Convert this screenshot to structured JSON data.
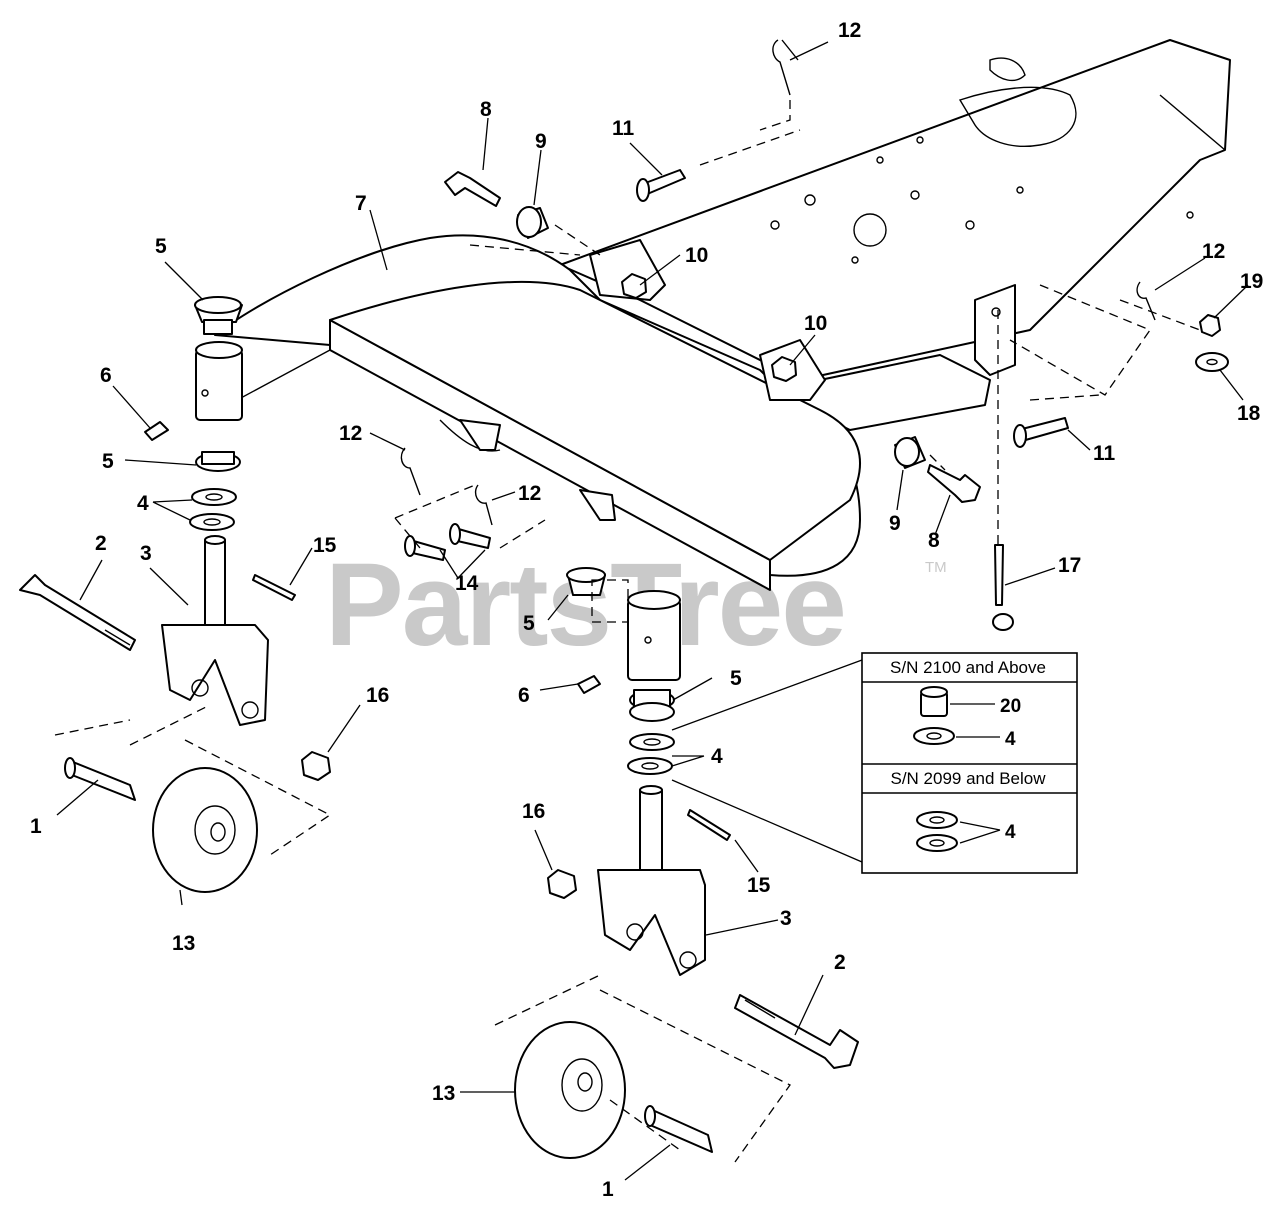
{
  "watermark": {
    "text": "PartsTree",
    "tm": "TM"
  },
  "callouts": {
    "c1a": "1",
    "c1b": "1",
    "c2a": "2",
    "c2b": "2",
    "c3a": "3",
    "c3b": "3",
    "c4a": "4",
    "c4b": "4",
    "c5a": "5",
    "c5b": "5",
    "c5c": "5",
    "c5d": "5",
    "c6a": "6",
    "c6b": "6",
    "c7": "7",
    "c8a": "8",
    "c8b": "8",
    "c9a": "9",
    "c9b": "9",
    "c10a": "10",
    "c10b": "10",
    "c11a": "11",
    "c11b": "11",
    "c12a": "12",
    "c12b": "12",
    "c12c": "12",
    "c12d": "12",
    "c13a": "13",
    "c13b": "13",
    "c14": "14",
    "c15a": "15",
    "c15b": "15",
    "c16a": "16",
    "c16b": "16",
    "c17": "17",
    "c18": "18",
    "c19": "19"
  },
  "serial_box": {
    "above_title": "S/N 2100 and Above",
    "above_parts": [
      "20",
      "4"
    ],
    "below_title": "S/N 2099 and Below",
    "below_parts": [
      "4"
    ]
  }
}
